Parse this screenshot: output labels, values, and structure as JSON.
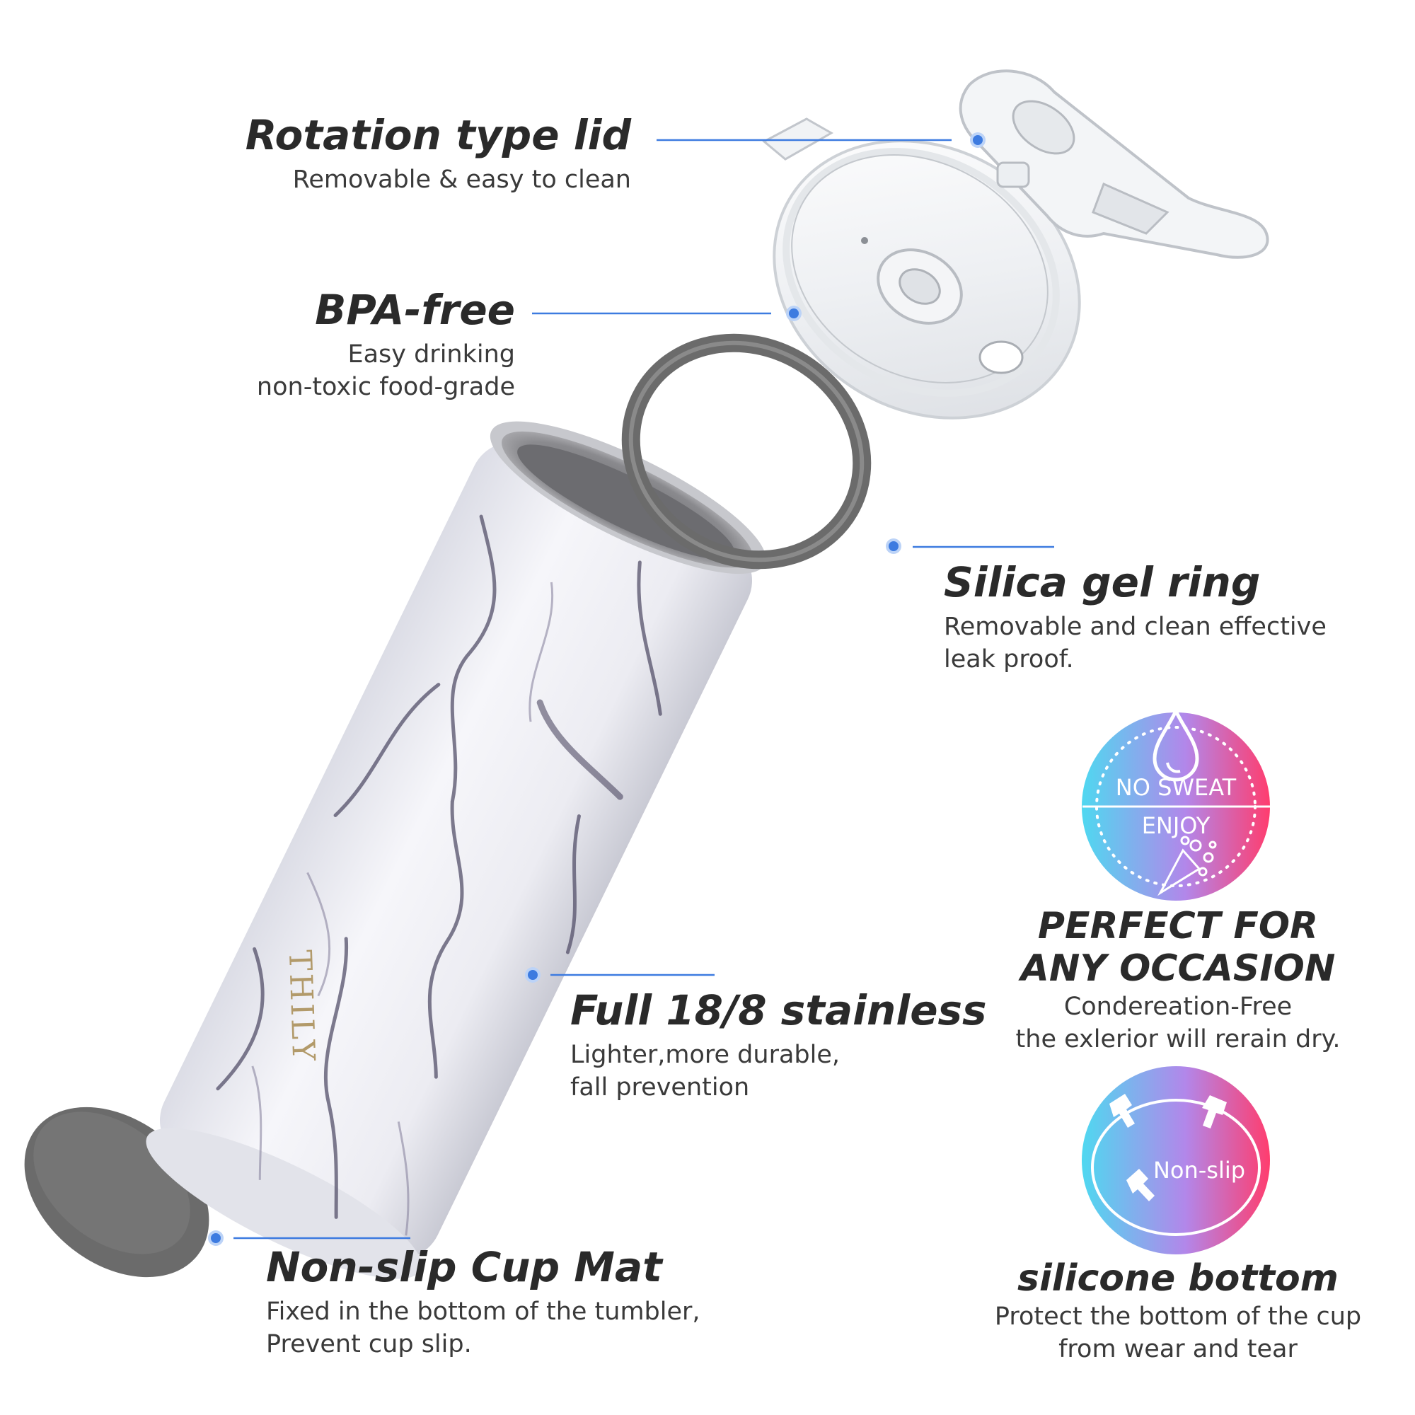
{
  "features": {
    "lid": {
      "title": "Rotation type lid",
      "desc": [
        "Removable & easy to clean"
      ]
    },
    "bpa": {
      "title": "BPA-free",
      "desc": [
        "Easy drinking",
        "non-toxic food-grade"
      ]
    },
    "ring": {
      "title": "Silica gel ring",
      "desc": [
        "Removable and clean effective",
        "leak proof."
      ]
    },
    "steel": {
      "title": "Full 18/8 stainless",
      "desc": [
        "Lighter,more durable,",
        "fall prevention"
      ]
    },
    "mat": {
      "title": "Non-slip Cup Mat",
      "desc": [
        "Fixed in the bottom of the  tumbler,",
        "Prevent cup slip."
      ]
    },
    "occasion": {
      "title": [
        "PERFECT FOR",
        "ANY OCCASION"
      ],
      "desc": [
        "Condereation-Free",
        "the exlerior will rerain dry."
      ]
    },
    "silicone": {
      "title": "silicone bottom",
      "desc": [
        "Protect the bottom of the cup",
        "from wear and tear"
      ]
    }
  },
  "badges": {
    "sweat": {
      "line1": "NO SWEAT",
      "line2": "ENJOY",
      "icon": "water-drop-icon"
    },
    "nonslip": {
      "label": "Non-slip",
      "icon": "pushpin-icon"
    }
  },
  "product": {
    "brand": "THILY",
    "pattern": "white-marble"
  },
  "colors": {
    "accent_blue": "#3d7be0",
    "badge_gradient_start": "#4fd8f0",
    "badge_gradient_end": "#ff3d6e",
    "gasket_gray": "#6b6b6b",
    "brand_gold": "#b29a6a"
  }
}
